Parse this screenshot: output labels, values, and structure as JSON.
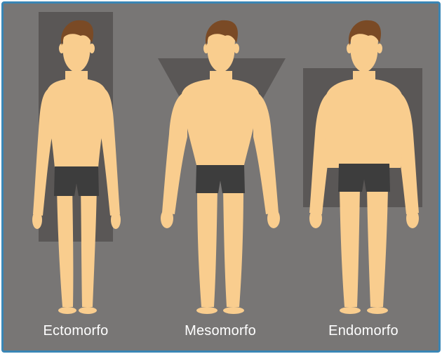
{
  "figure": {
    "background_color": "#787675",
    "border_color": "#3a86b5",
    "skin_color": "#F9CD8E",
    "hair_color": "#7A4A25",
    "shorts_color": "#3D3D3D",
    "silhouette_color": "#5A5756"
  },
  "body_types": [
    {
      "label": "Ectomorfo",
      "silhouette_shape": "tall-rectangle"
    },
    {
      "label": "Mesomorfo",
      "silhouette_shape": "inverted-triangle"
    },
    {
      "label": "Endomorfo",
      "silhouette_shape": "wide-rectangle"
    }
  ]
}
